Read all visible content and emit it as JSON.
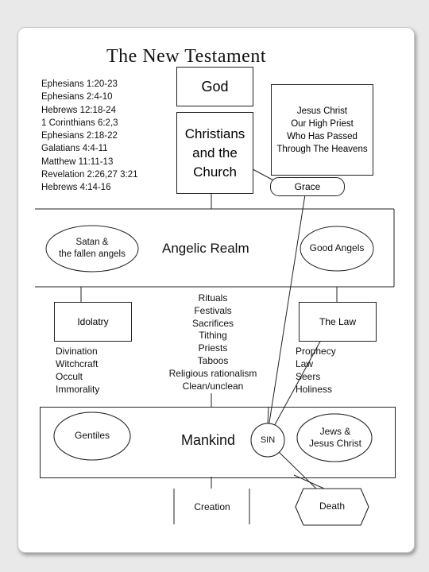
{
  "title": "The New Testament",
  "references": [
    "Ephesians 1:20-23",
    "Ephesians 2:4-10",
    "Hebrews 12:18-24",
    "1 Corinthians 6:2,3",
    "Ephesians 2:18-22",
    "Galatians 4:4-11",
    "Matthew 11:11-13",
    "Revelation 2:26,27 3:21",
    "Hebrews 4:14-16"
  ],
  "god": "God",
  "church": [
    "Christians",
    "and the",
    "Church"
  ],
  "high_priest": [
    "Jesus Christ",
    "Our High Priest",
    "Who Has Passed",
    "Through The Heavens"
  ],
  "grace": "Grace",
  "angelic_realm": "Angelic Realm",
  "satan": [
    "Satan &",
    "the fallen angels"
  ],
  "good_angels": "Good Angels",
  "idolatry": "Idolatry",
  "idolatry_items": [
    "Divination",
    "Witchcraft",
    "Occult",
    "Immorality"
  ],
  "religion_items": [
    "Rituals",
    "Festivals",
    "Sacrifices",
    "Tithing",
    "Priests",
    "Taboos",
    "Religious rationalism",
    "Clean/unclean"
  ],
  "the_law": "The Law",
  "law_items": [
    "Prophecy",
    "Law",
    "Seers",
    "Holiness"
  ],
  "gentiles": "Gentiles",
  "mankind": "Mankind",
  "sin": "SIN",
  "jews": [
    "Jews &",
    "Jesus Christ"
  ],
  "creation": "Creation",
  "death": "Death"
}
